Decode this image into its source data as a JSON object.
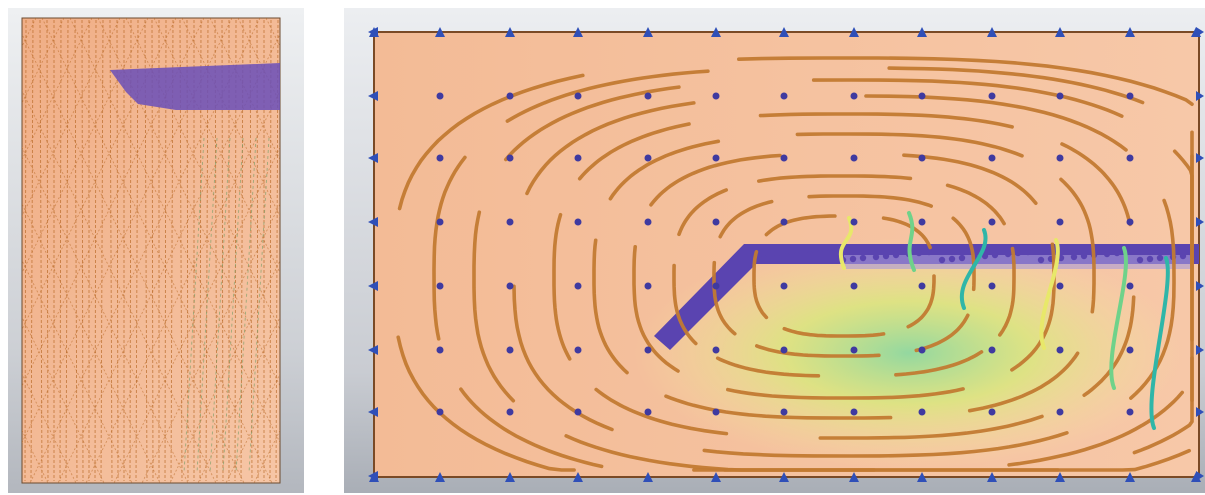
{
  "figure": {
    "panels": [
      {
        "id": "side-view",
        "view": "side",
        "domain_color": "#f2b590",
        "streamline_color": "#b96a27",
        "obstacle_color": "#6a4fb8",
        "bezel_colors": [
          "#eef0f2",
          "#b8bcc4"
        ]
      },
      {
        "id": "top-view",
        "view": "top",
        "domain_color": "#f4bf9b",
        "streamline_color": "#c27a32",
        "obstacle_color": "#5a44b0",
        "marker_color": "#3f3aa0",
        "boundary_marker_color": "#2f4fb8",
        "highlight_colors": [
          "#e8e86a",
          "#6fd28a",
          "#2fb6a8"
        ],
        "bezel_colors": [
          "#e9ebee",
          "#a9aeb6"
        ]
      }
    ]
  }
}
